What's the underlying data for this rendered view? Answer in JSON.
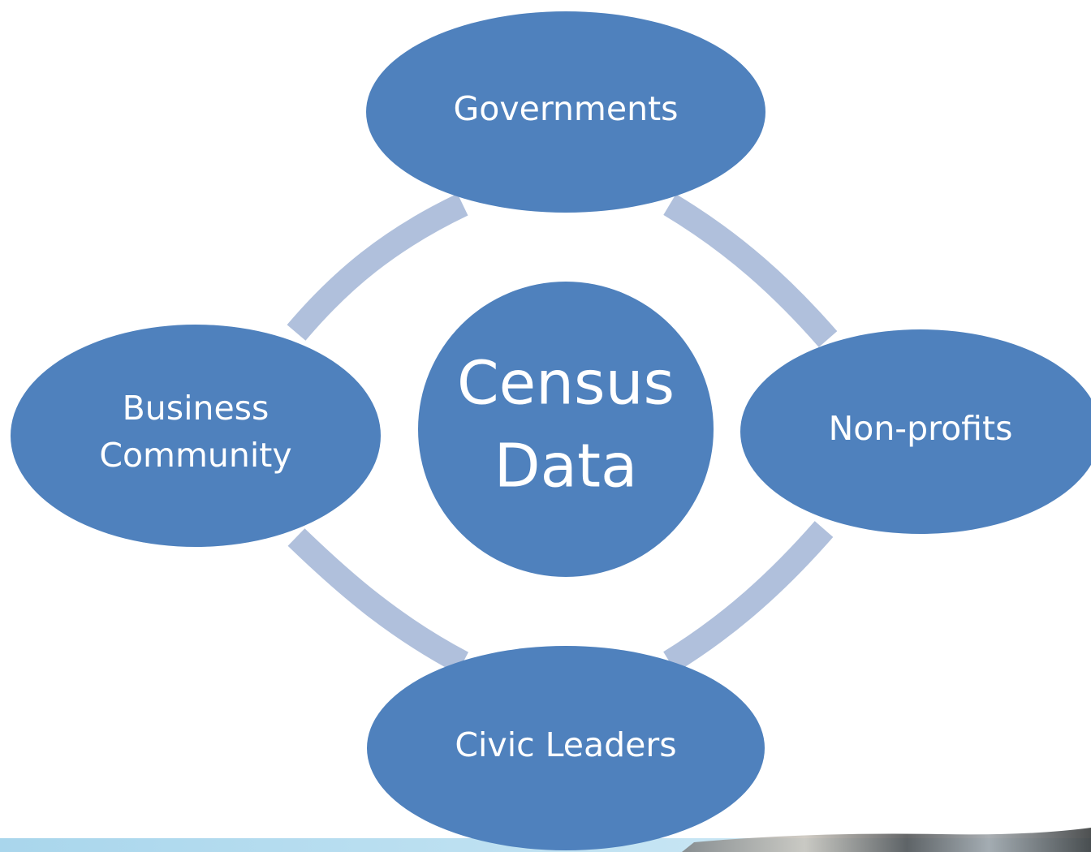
{
  "diagram": {
    "center": {
      "lines": [
        "Census",
        "Data"
      ]
    },
    "nodes": [
      {
        "id": "top",
        "lines": [
          "Governments"
        ]
      },
      {
        "id": "right",
        "lines": [
          "Non-profits"
        ]
      },
      {
        "id": "bottom",
        "lines": [
          "Civic Leaders"
        ]
      },
      {
        "id": "left",
        "lines": [
          "Business",
          "Community"
        ]
      }
    ],
    "colors": {
      "node_fill": "#4f81bd",
      "node_text": "#ffffff",
      "connector": "#b0c0dc",
      "footer_band": "#aed8ec"
    }
  }
}
